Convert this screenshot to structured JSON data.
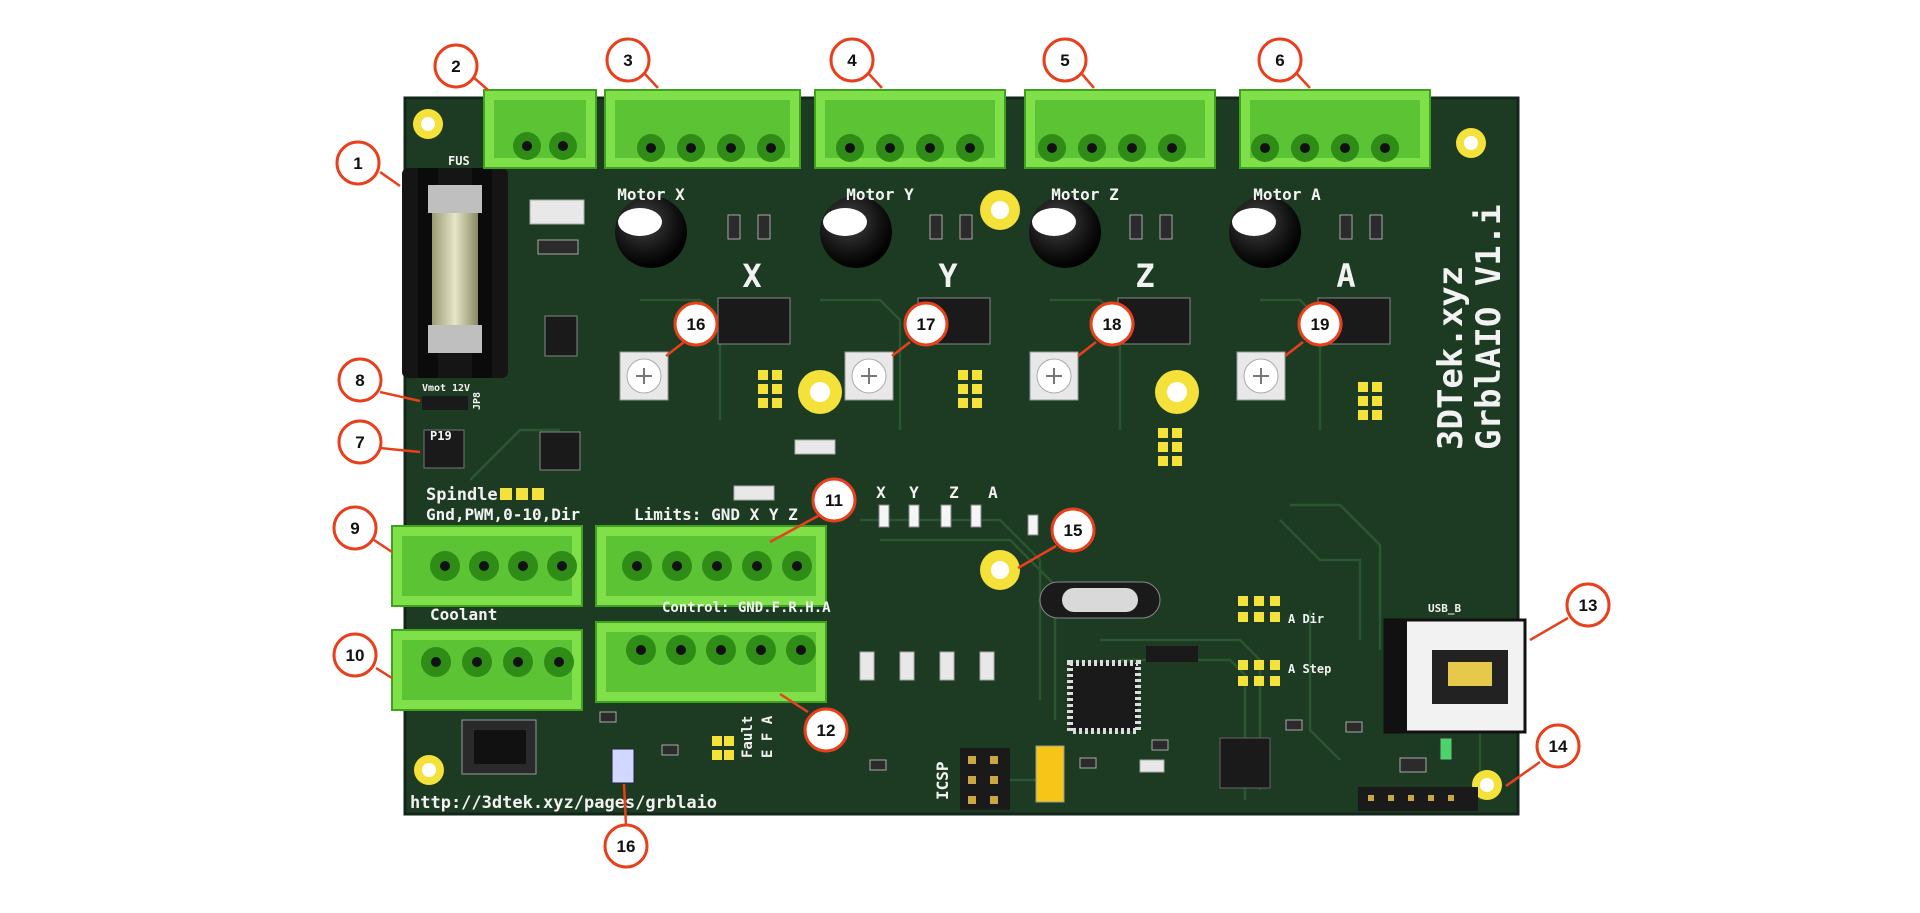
{
  "colors": {
    "pcb": "#1d3a23",
    "pcb_edge": "#12261a",
    "trace": "#2c5a33",
    "terminal": "#7fe04a",
    "terminal_dark": "#3ea21f",
    "callout": "#e8401c",
    "silk": "#f2f2f2",
    "pad_yellow": "#f4e23a"
  },
  "silkscreen": {
    "motor_x": "Motor X",
    "motor_y": "Motor Y",
    "motor_z": "Motor Z",
    "motor_a": "Motor A",
    "axis_x": "X",
    "axis_y": "Y",
    "axis_z": "Z",
    "axis_a": "A",
    "brand": "3DTek.xyz",
    "version": "GrblAIO V1.i",
    "spindle": "Spindle",
    "spindle_pins": "Gnd,PWM,0-10,Dir",
    "limits": "Limits: GND X Y Z",
    "coolant": "Coolant",
    "control": "Control: GND.F.R.H.A",
    "url": "http://3dtek.xyz/pages/grblaio",
    "usb": "USB_B",
    "icsp": "ICSP",
    "fault": "Fault",
    "fault_axes": "E F A",
    "vmot": "Vmot",
    "v12": "12V",
    "jp8": "JP8",
    "p19": "P19",
    "fuse": "FUS",
    "a_dir": "A Dir",
    "a_step": "A Step",
    "led_x": "X",
    "led_y": "Y",
    "led_z": "Z",
    "led_a": "A"
  },
  "callouts": [
    {
      "id": "callout-1",
      "label": "1"
    },
    {
      "id": "callout-2",
      "label": "2"
    },
    {
      "id": "callout-3",
      "label": "3"
    },
    {
      "id": "callout-4",
      "label": "4"
    },
    {
      "id": "callout-5",
      "label": "5"
    },
    {
      "id": "callout-6",
      "label": "6"
    },
    {
      "id": "callout-7",
      "label": "7"
    },
    {
      "id": "callout-8",
      "label": "8"
    },
    {
      "id": "callout-9",
      "label": "9"
    },
    {
      "id": "callout-10",
      "label": "10"
    },
    {
      "id": "callout-11",
      "label": "11"
    },
    {
      "id": "callout-12",
      "label": "12"
    },
    {
      "id": "callout-13",
      "label": "13"
    },
    {
      "id": "callout-14",
      "label": "14"
    },
    {
      "id": "callout-15",
      "label": "15"
    },
    {
      "id": "callout-16a",
      "label": "16"
    },
    {
      "id": "callout-17",
      "label": "17"
    },
    {
      "id": "callout-18",
      "label": "18"
    },
    {
      "id": "callout-19",
      "label": "19"
    },
    {
      "id": "callout-16b",
      "label": "16"
    }
  ]
}
